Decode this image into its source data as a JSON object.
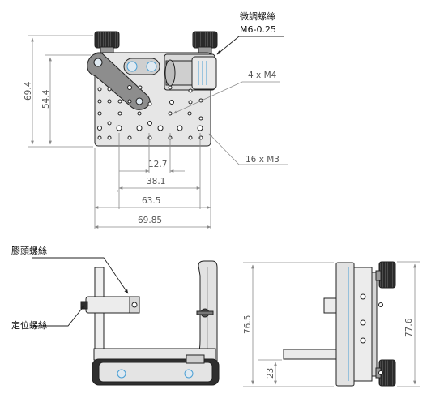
{
  "callouts": {
    "fine_screw": "微調螺絲",
    "fine_thread": "M6-0.25",
    "m4_holes": "4 x M4",
    "m3_holes": "16 x M3",
    "rubber_screw": "膠頭螺絲",
    "locating_screw": "定位螺絲"
  },
  "dimensions": {
    "height_outer": "69.4",
    "height_inner": "54.4",
    "spacing_1": "12.7",
    "spacing_2": "38.1",
    "spacing_3": "63.5",
    "width_total": "69.85",
    "side_height_1": "76.5",
    "side_height_2": "23",
    "side_height_3": "77.6"
  },
  "colors": {
    "line": "#222222",
    "dim": "#8a8a8a",
    "body": "#e4e4e4",
    "knob": "#2a2a2a",
    "accent": "#4a9fd4"
  }
}
